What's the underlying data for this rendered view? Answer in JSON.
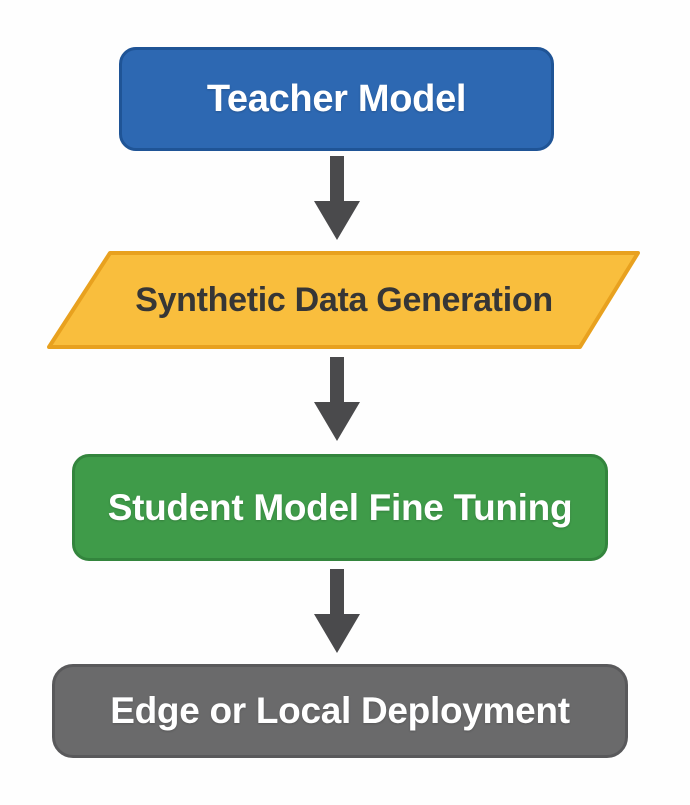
{
  "diagram": {
    "type": "flowchart",
    "direction": "top-down",
    "background": "#FEFEFE",
    "arrow_color": "#4A4A4C",
    "nodes": [
      {
        "id": "teacher-model",
        "label": "Teacher Model",
        "shape": "rounded-rectangle",
        "fill": "#2D68B2",
        "border_color": "#1F5496",
        "text_color": "#FFFFFF"
      },
      {
        "id": "synthetic-data-generation",
        "label": "Synthetic Data Generation",
        "shape": "parallelogram",
        "fill": "#F9BE3D",
        "border_color": "#E8A11F",
        "text_color": "#363636"
      },
      {
        "id": "student-model-fine-tuning",
        "label": "Student Model Fine Tuning",
        "shape": "rounded-rectangle",
        "fill": "#3F9B49",
        "border_color": "#33853D",
        "text_color": "#FFFFFF"
      },
      {
        "id": "edge-or-local-deployment",
        "label": "Edge or Local Deployment",
        "shape": "rounded-rectangle",
        "fill": "#6A6A6B",
        "border_color": "#59595B",
        "text_color": "#FFFFFF"
      }
    ],
    "edges": [
      {
        "from": "teacher-model",
        "to": "synthetic-data-generation"
      },
      {
        "from": "synthetic-data-generation",
        "to": "student-model-fine-tuning"
      },
      {
        "from": "student-model-fine-tuning",
        "to": "edge-or-local-deployment"
      }
    ]
  }
}
